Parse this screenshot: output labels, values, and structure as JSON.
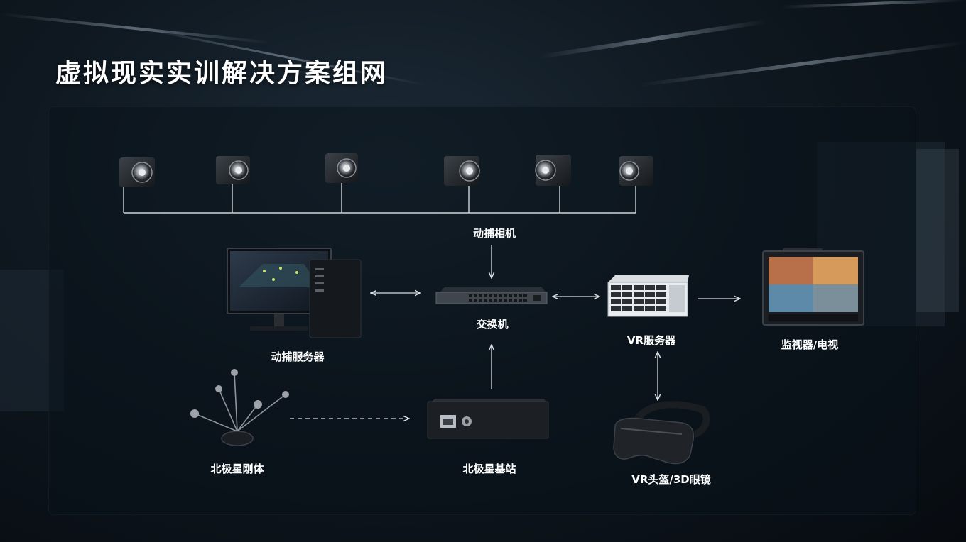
{
  "title": "虚拟现实实训解决方案组网",
  "nodes": {
    "mocap_camera": "动捕相机",
    "switch": "交换机",
    "mocap_server": "动捕服务器",
    "vr_server": "VR服务器",
    "monitor": "监视器/电视",
    "rigid_body": "北极星刚体",
    "base_station": "北极星基站",
    "vr_headset": "VR头盔/3D眼镜"
  }
}
